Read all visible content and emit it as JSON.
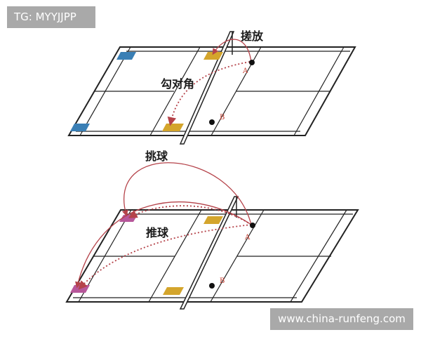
{
  "watermarks": {
    "top": "TG: MYYJJPP",
    "bottom": "www.china-runfeng.com"
  },
  "top_diagram": {
    "labels": {
      "net_shot": "搓放",
      "cross_diagonal": "勾对角",
      "point_a": "A",
      "point_b": "B"
    }
  },
  "bottom_diagram": {
    "labels": {
      "lift": "挑球",
      "push": "推球",
      "point_a": "A",
      "point_b": "B"
    }
  },
  "colors": {
    "court_line": "#222222",
    "trajectory": "#b5434a",
    "shuttle_zone_yellow": "#d4a52c",
    "shuttle_zone_blue": "#3a7fb5",
    "player_dot": "#111111",
    "watermark_bg": "#a9a9a9"
  }
}
